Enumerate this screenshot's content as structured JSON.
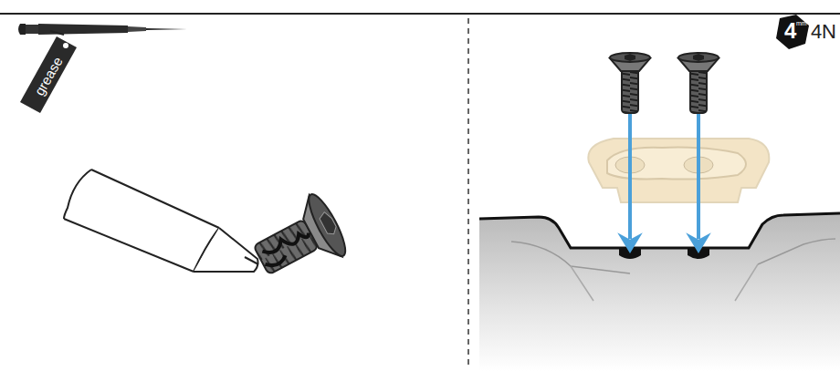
{
  "diagram": {
    "labels": [
      "grease",
      "4",
      "mm",
      "4N"
    ]
  }
}
